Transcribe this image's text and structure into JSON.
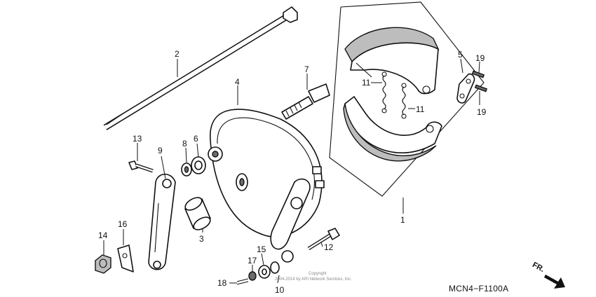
{
  "diagram_code": "MCN4−F1100A",
  "direction_label": "FR.",
  "copyright_line1": "Copyright",
  "copyright_line2": "2004-2014 by ARI Network Services, Inc.",
  "callouts": {
    "c1": "1",
    "c2": "2",
    "c3": "3",
    "c4": "4",
    "c5": "5",
    "c6": "6",
    "c7": "7",
    "c8": "8",
    "c9": "9",
    "c10": "10",
    "c11a": "11",
    "c11b": "11",
    "c12": "12",
    "c13": "13",
    "c14": "14",
    "c15": "15",
    "c16": "16",
    "c17": "17",
    "c18": "18",
    "c19a": "19",
    "c19b": "19"
  }
}
